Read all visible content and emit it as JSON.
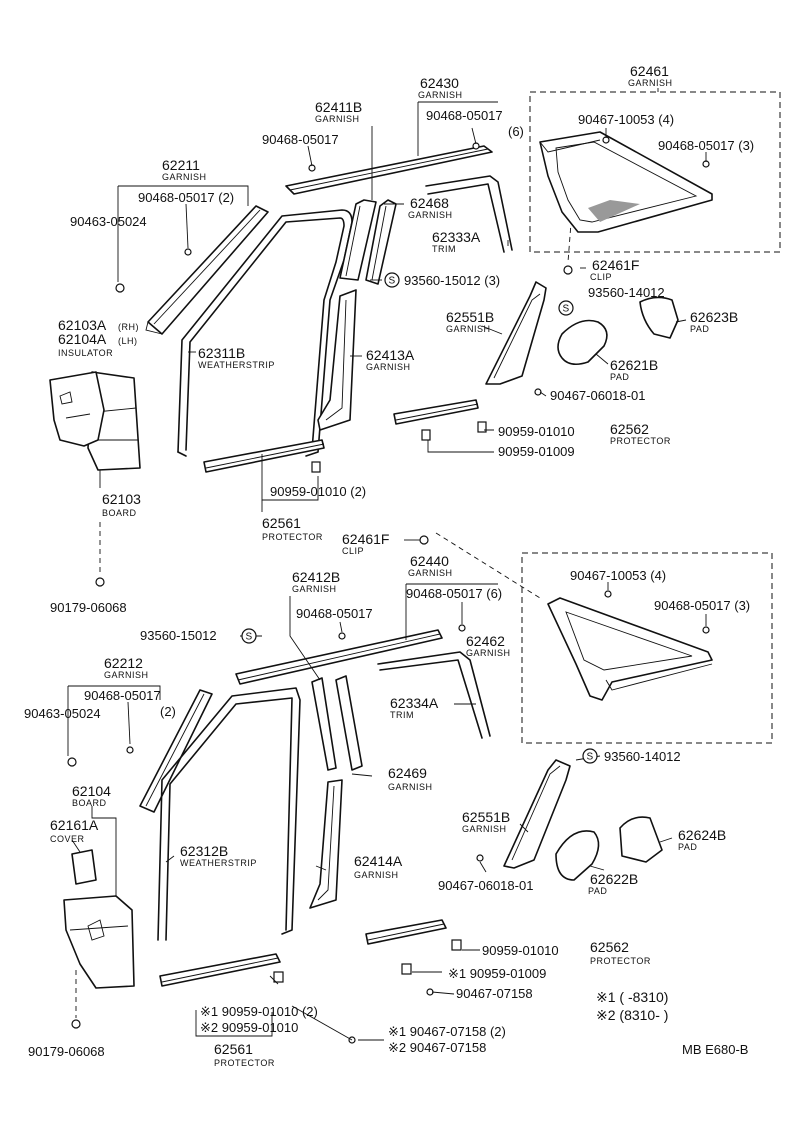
{
  "labels": {
    "p62461": "62461",
    "p62461_n": "GARNISH",
    "p62430": "62430",
    "p62430_n": "GARNISH",
    "p62411B": "62411B",
    "p62411B_n": "GARNISH",
    "s90468_05017_6a": "90468-05017",
    "s90468_05017_6a_q": "(6)",
    "s90467_10053_4a": "90467-10053 (4)",
    "s90468_05017_3a": "90468-05017 (3)",
    "s90468_05017_a": "90468-05017",
    "p62211": "62211",
    "p62211_n": "GARNISH",
    "s90468_05017_2a": "90468-05017 (2)",
    "s90463_05024_a": "90463-05024",
    "p62468": "62468",
    "p62468_n": "GARNISH",
    "p62333A": "62333A",
    "p62333A_n": "TRIM",
    "p62461F_a": "62461F",
    "p62461F_a_n": "CLIP",
    "s93560_15012_3a": "93560-15012 (3)",
    "s93560_14012_a": "93560-14012",
    "p62103A": "62103A",
    "p62103A_rh": "(RH)",
    "p62104A": "62104A",
    "p62104A_lh": "(LH)",
    "insulator": "INSULATOR",
    "p62551B_a": "62551B",
    "p62551B_a_n": "GARNISH",
    "p62623B": "62623B",
    "p62623B_n": "PAD",
    "p62311B": "62311B",
    "p62311B_n": "WEATHERSTRIP",
    "p62413A": "62413A",
    "p62413A_n": "GARNISH",
    "p62621B": "62621B",
    "p62621B_n": "PAD",
    "s90467_06018_01a": "90467-06018-01",
    "p62562_a": "62562",
    "p62562_a_n": "PROTECTOR",
    "s90959_01010_a": "90959-01010",
    "s90959_01009_a": "90959-01009",
    "p62103": "62103",
    "p62103_n": "BOARD",
    "s90959_01010_2a": "90959-01010 (2)",
    "p62561_a": "62561",
    "p62561_a_n": "PROTECTOR",
    "p62461F_b": "62461F",
    "p62461F_b_n": "CLIP",
    "p62440": "62440",
    "p62440_n": "GARNISH",
    "p62412B": "62412B",
    "p62412B_n": "GARNISH",
    "s90467_10053_4b": "90467-10053 (4)",
    "s90468_05017_6b": "90468-05017 (6)",
    "s90468_05017_b": "90468-05017",
    "s90468_05017_3b": "90468-05017 (3)",
    "s90179_06068_a": "90179-06068",
    "s93560_15012_b": "93560-15012",
    "p62462": "62462",
    "p62462_n": "GARNISH",
    "p62212": "62212",
    "p62212_n": "GARNISH",
    "s90468_05017_2b": "90468-05017",
    "s90468_05017_2b_q": "(2)",
    "s90463_05024_b": "90463-05024",
    "p62334A": "62334A",
    "p62334A_n": "TRIM",
    "s93560_14012_b": "93560-14012",
    "p62104": "62104",
    "p62104_n": "BOARD",
    "p62469": "62469",
    "p62469_n": "GARNISH",
    "p62161A": "62161A",
    "p62161A_n": "COVER",
    "p62551B_b": "62551B",
    "p62551B_b_n": "GARNISH",
    "p62624B": "62624B",
    "p62624B_n": "PAD",
    "p62312B": "62312B",
    "p62312B_n": "WEATHERSTRIP",
    "p62414A": "62414A",
    "p62414A_n": "GARNISH",
    "s90467_06018_01b": "90467-06018-01",
    "p62622B": "62622B",
    "p62622B_n": "PAD",
    "s90959_01010_b": "90959-01010",
    "p62562_b": "62562",
    "p62562_b_n": "PROTECTOR",
    "s90959_01009_b": "※1 90959-01009",
    "s90467_07158_a": "90467-07158",
    "note1": "※1 (        -8310)",
    "note2": "※2 (8310-         )",
    "s1_90959_01010_2": "※1  90959-01010 (2)",
    "s2_90959_01010": "※2  90959-01010",
    "s1_90467_07158_2": "※1  90467-07158 (2)",
    "s2_90467_07158": "※2  90467-07158",
    "s90179_06068_b": "90179-06068",
    "p62561_b": "62561",
    "p62561_b_n": "PROTECTOR",
    "footer_code": "MB  E680-B"
  }
}
